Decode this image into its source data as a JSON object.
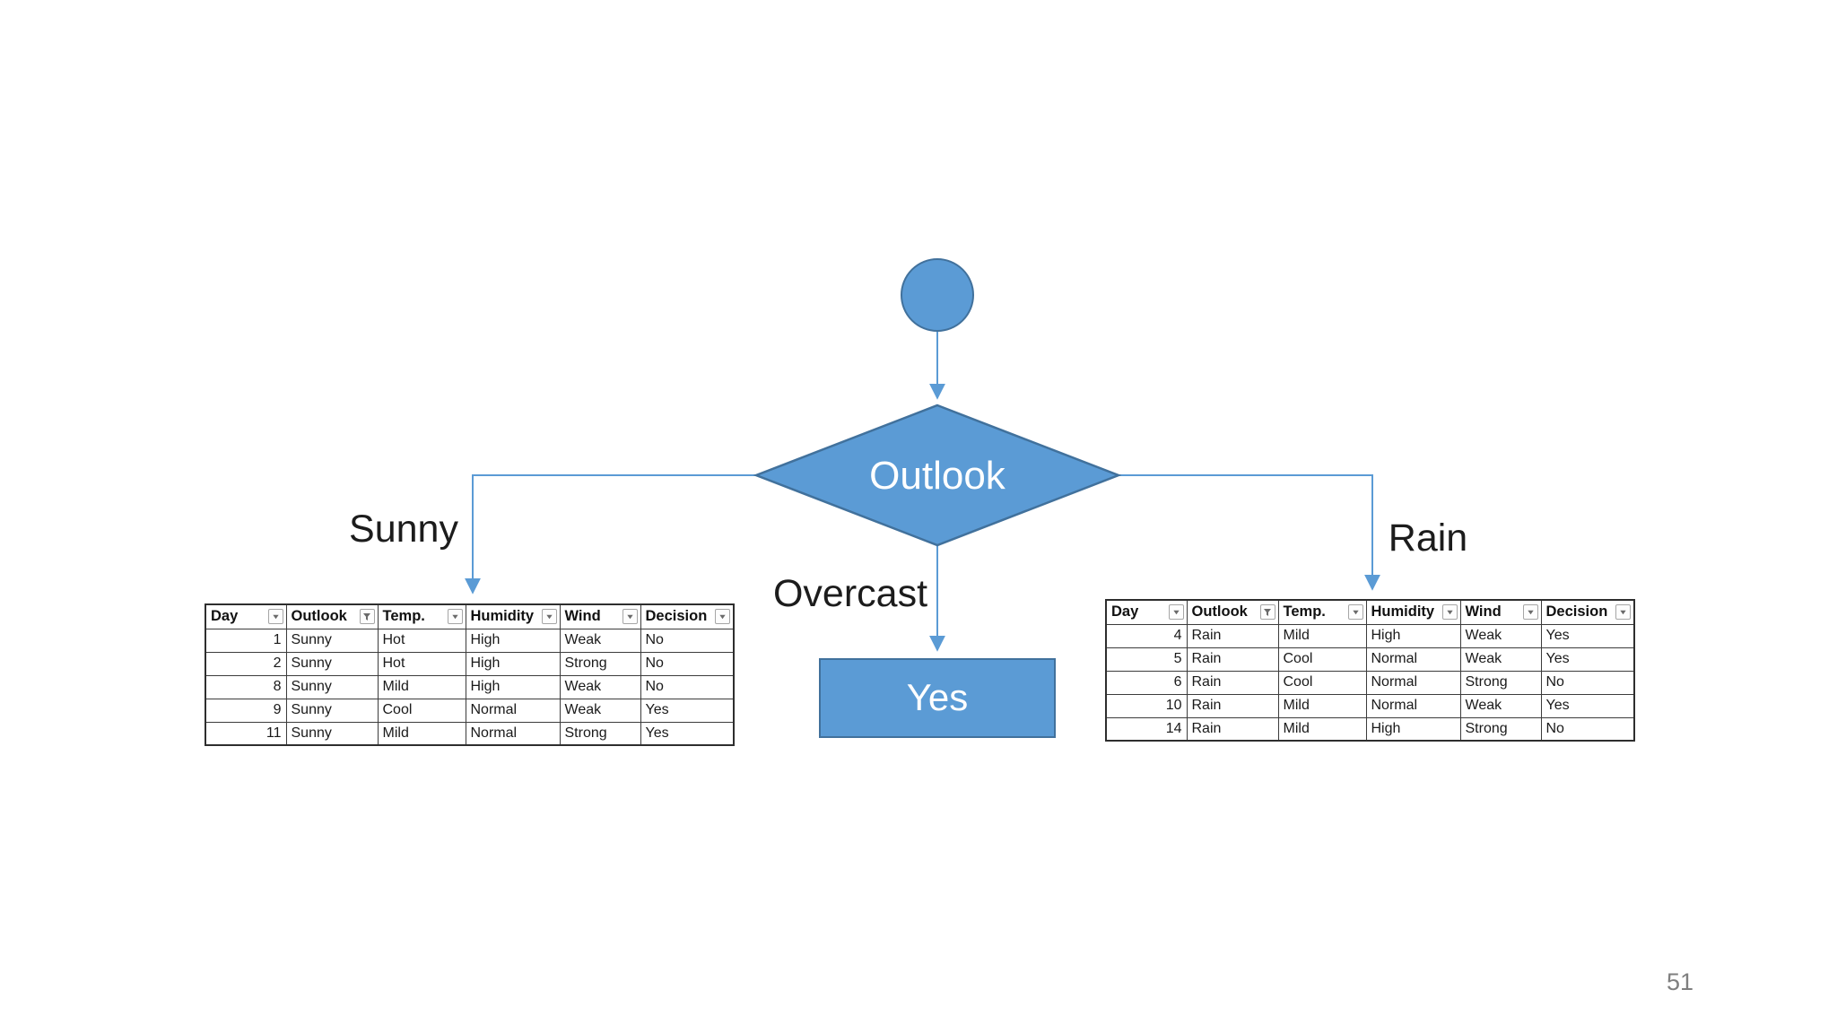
{
  "page": {
    "number": "51",
    "background_color": "#ffffff",
    "page_number_color": "#7f7f7f"
  },
  "colors": {
    "shape_fill": "#5b9bd5",
    "shape_stroke": "#41719c",
    "connector": "#5b9bd5",
    "label_text": "#1c1c1c",
    "shape_text": "#ffffff"
  },
  "diagram": {
    "type": "decision-tree",
    "root_node": {
      "icon": "start-node-circle-icon"
    },
    "decision_node": {
      "label": "Outlook"
    },
    "branches": [
      {
        "label": "Sunny",
        "target": "sunny-table"
      },
      {
        "label": "Overcast",
        "target": "yes-leaf-node"
      },
      {
        "label": "Rain",
        "target": "rain-table"
      }
    ],
    "leaf_node": {
      "label": "Yes"
    }
  },
  "tables": {
    "columns": [
      {
        "label": "Day",
        "filter_icon": "dropdown-filter-icon"
      },
      {
        "label": "Outlook",
        "filter_icon": "funnel-filter-icon"
      },
      {
        "label": "Temp.",
        "filter_icon": "dropdown-filter-icon"
      },
      {
        "label": "Humidity",
        "filter_icon": "dropdown-filter-icon"
      },
      {
        "label": "Wind",
        "filter_icon": "dropdown-filter-icon"
      },
      {
        "label": "Decision",
        "filter_icon": "dropdown-filter-icon"
      }
    ],
    "sunny": {
      "rows": [
        [
          "1",
          "Sunny",
          "Hot",
          "High",
          "Weak",
          "No"
        ],
        [
          "2",
          "Sunny",
          "Hot",
          "High",
          "Strong",
          "No"
        ],
        [
          "8",
          "Sunny",
          "Mild",
          "High",
          "Weak",
          "No"
        ],
        [
          "9",
          "Sunny",
          "Cool",
          "Normal",
          "Weak",
          "Yes"
        ],
        [
          "11",
          "Sunny",
          "Mild",
          "Normal",
          "Strong",
          "Yes"
        ]
      ]
    },
    "rain": {
      "rows": [
        [
          "4",
          "Rain",
          "Mild",
          "High",
          "Weak",
          "Yes"
        ],
        [
          "5",
          "Rain",
          "Cool",
          "Normal",
          "Weak",
          "Yes"
        ],
        [
          "6",
          "Rain",
          "Cool",
          "Normal",
          "Strong",
          "No"
        ],
        [
          "10",
          "Rain",
          "Mild",
          "Normal",
          "Weak",
          "Yes"
        ],
        [
          "14",
          "Rain",
          "Mild",
          "High",
          "Strong",
          "No"
        ]
      ]
    }
  }
}
